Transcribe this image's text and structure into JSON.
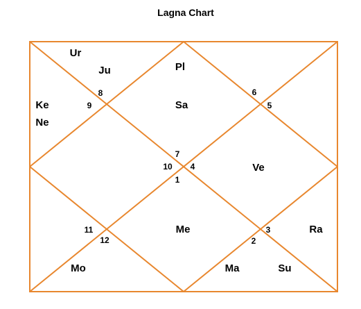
{
  "title": "Lagna Chart",
  "colors": {
    "line": "#e8872e",
    "text": "#000000",
    "background": "#ffffff"
  },
  "houses": [
    "8",
    "9",
    "6",
    "5",
    "7",
    "10",
    "4",
    "1",
    "11",
    "12",
    "3",
    "2"
  ],
  "planets": [
    "Ur",
    "Ju",
    "Pl",
    "Ke",
    "Ne",
    "Sa",
    "Ve",
    "Me",
    "Ra",
    "Mo",
    "Ma",
    "Su"
  ]
}
